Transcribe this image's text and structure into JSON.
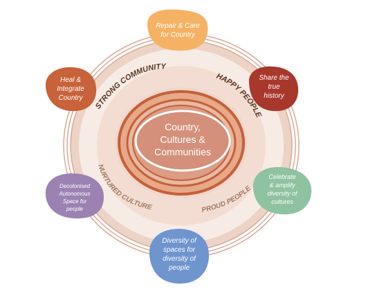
{
  "center": {
    "lines": [
      "Country,",
      "Cultures &",
      "Communities"
    ]
  },
  "ring_labels": {
    "strong_community": "STRONG COMMUNITY",
    "happy_people": "HAPPY PEOPLE",
    "nurtured_culture": "NURTURED CULTURE",
    "proud_people": "PROUD PEOPLE"
  },
  "blobs": {
    "repair": {
      "lines": [
        "Repair & Care",
        "for Country"
      ],
      "color": "#f5b264"
    },
    "share": {
      "lines": [
        "Share the",
        "true",
        "history"
      ],
      "color": "#a8382c"
    },
    "heal": {
      "lines": [
        "Heal &",
        "Integrate",
        "Country"
      ],
      "color": "#c7623a"
    },
    "celebrate": {
      "lines": [
        "Celebrate",
        "& amplify",
        "diversity of",
        "cultures"
      ],
      "color": "#8fc2a0"
    },
    "decolonised": {
      "lines": [
        "Decolonised",
        "Autonomous",
        "Space for",
        "people"
      ],
      "color": "#9c82b3"
    },
    "diversity": {
      "lines": [
        "Diversity of",
        "spaces for",
        "diversity of",
        "people"
      ],
      "color": "#6f95cf"
    }
  },
  "colors": {
    "outer_band": "#e9c4b4",
    "mid_band": "#f6e6de",
    "inner_band": "#f3ddd2",
    "core_ring": "#c4603a",
    "core_fill": "#d99a84",
    "label_text": "#8a5a3c",
    "label_text_dark": "#5a3020"
  }
}
